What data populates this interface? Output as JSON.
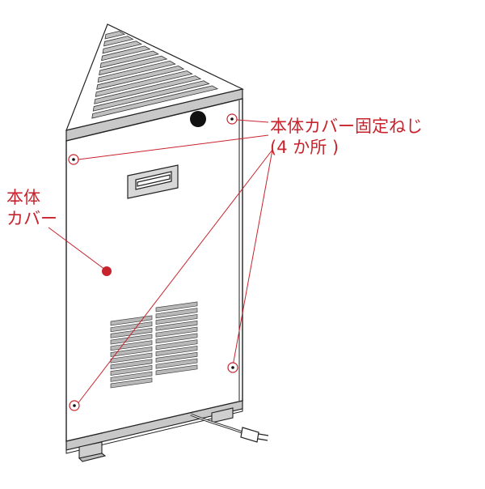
{
  "labels": {
    "screws_title": "本体カバー固定ねじ",
    "screws_count": "(4 か所 )",
    "cover_line1": "本体",
    "cover_line2": "カバー"
  },
  "icons": {
    "screw": "screw-marker-icon",
    "cover_marker": "red-dot-marker-icon",
    "power_plug": "power-plug-icon"
  },
  "colors": {
    "callout": "#c8232c",
    "outline": "#222222",
    "panel_shade": "#c8c8c8",
    "vent_slat": "#b8b8b8"
  }
}
